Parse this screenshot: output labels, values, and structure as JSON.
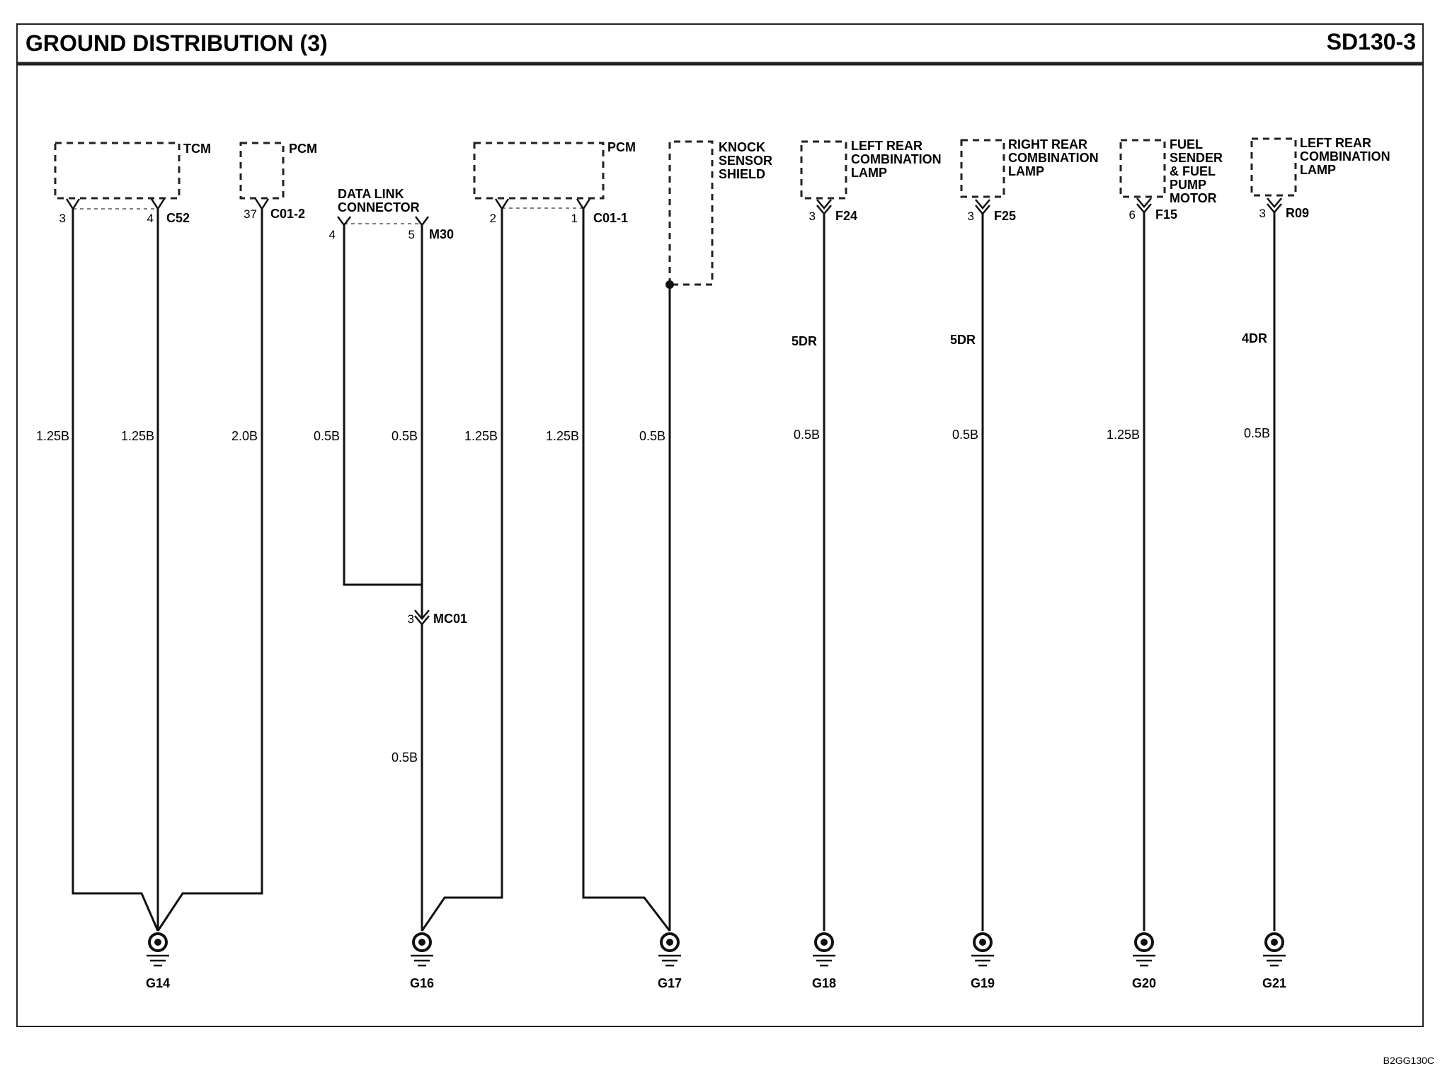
{
  "header": {
    "title": "GROUND DISTRIBUTION (3)",
    "page_id": "SD130-3"
  },
  "footer": {
    "code": "B2GG130C"
  },
  "components": {
    "tcm": "TCM",
    "pcm_a": "PCM",
    "dlc": [
      "DATA LINK",
      "CONNECTOR"
    ],
    "pcm_b": "PCM",
    "knock": [
      "KNOCK",
      "SENSOR",
      "SHIELD"
    ],
    "lrcl_1": [
      "LEFT REAR",
      "COMBINATION",
      "LAMP"
    ],
    "rrcl": [
      "RIGHT REAR",
      "COMBINATION",
      "LAMP"
    ],
    "fuel": [
      "FUEL",
      "SENDER",
      "& FUEL",
      "PUMP",
      "MOTOR"
    ],
    "lrcl_2": [
      "LEFT REAR",
      "COMBINATION",
      "LAMP"
    ]
  },
  "connectors": {
    "c52": "C52",
    "c01_2": "C01-2",
    "m30": "M30",
    "mc01": "MC01",
    "c01_1": "C01-1",
    "f24": "F24",
    "f25": "F25",
    "f15": "F15",
    "r09": "R09"
  },
  "pins": {
    "tcm_3": "3",
    "tcm_4": "4",
    "pcm_37": "37",
    "dlc_4": "4",
    "dlc_5": "5",
    "mc01_3": "3",
    "pcm_2": "2",
    "pcm_1": "1",
    "f24_3": "3",
    "f25_3": "3",
    "f15_6": "6",
    "r09_3": "3"
  },
  "wires": {
    "w1": "1.25B",
    "w2": "1.25B",
    "w3": "2.0B",
    "w4": "0.5B",
    "w5": "0.5B",
    "w5b": "0.5B",
    "w6": "1.25B",
    "w7": "1.25B",
    "w8": "0.5B",
    "w9": "0.5B",
    "w10": "0.5B",
    "w11": "1.25B",
    "w12": "0.5B",
    "dr9": "5DR",
    "dr10": "5DR",
    "dr12": "4DR"
  },
  "grounds": [
    "G14",
    "G16",
    "G17",
    "G18",
    "G19",
    "G20",
    "G21"
  ]
}
